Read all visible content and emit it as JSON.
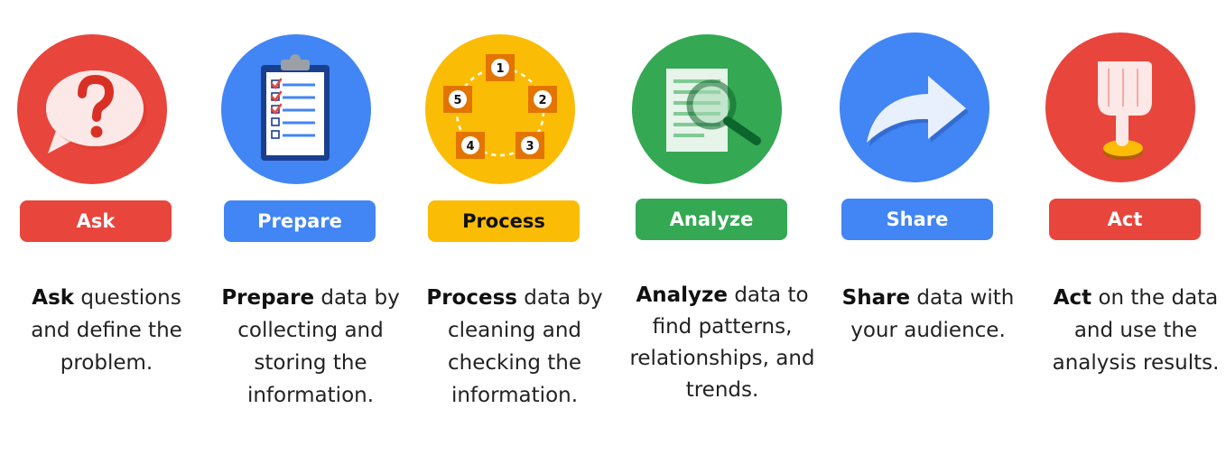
{
  "colors": {
    "red": "#e8453c",
    "blue": "#4285f4",
    "yellow": "#fbbc05",
    "green": "#34a853"
  },
  "steps": [
    {
      "label": "Ask",
      "icon": "question-bubble-icon",
      "color": "#e8453c",
      "desc_bold": "Ask",
      "desc_rest": " questions and define the problem."
    },
    {
      "label": "Prepare",
      "icon": "clipboard-checklist-icon",
      "color": "#4285f4",
      "desc_bold": "Prepare",
      "desc_rest": " data by collecting and storing the information."
    },
    {
      "label": "Process",
      "icon": "process-cycle-icon",
      "color": "#fbbc05",
      "desc_bold": "Process",
      "desc_rest": " data by cleaning and checking the information.",
      "cycle_numbers": [
        "1",
        "2",
        "3",
        "4",
        "5"
      ]
    },
    {
      "label": "Analyze",
      "icon": "magnifying-glass-document-icon",
      "color": "#34a853",
      "desc_bold": "Analyze",
      "desc_rest": " data to find patterns, relationships, and trends."
    },
    {
      "label": "Share",
      "icon": "share-arrow-icon",
      "color": "#4285f4",
      "desc_bold": "Share",
      "desc_rest": " data with your audience."
    },
    {
      "label": "Act",
      "icon": "pointing-finger-button-icon",
      "color": "#e8453c",
      "desc_bold": "Act",
      "desc_rest": " on the data and use the analysis results."
    }
  ]
}
